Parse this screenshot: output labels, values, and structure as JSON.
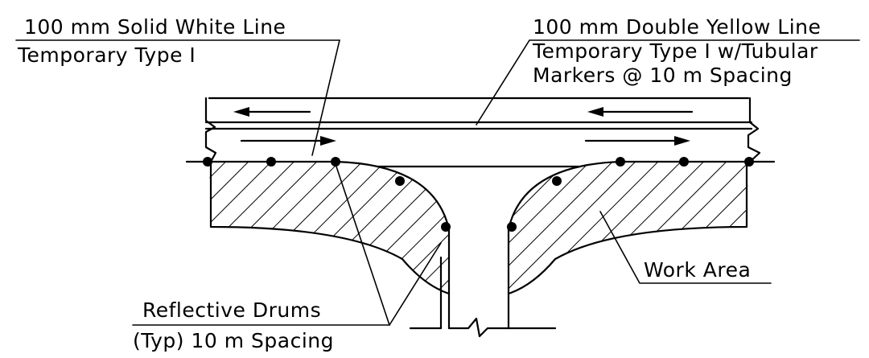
{
  "labels": {
    "white_line_title": "100 mm Solid White Line",
    "white_line_type": "Temporary Type I",
    "yellow_line_title": "100 mm Double Yellow Line",
    "yellow_line_type": "Temporary Type I w/Tubular",
    "yellow_line_markers": "Markers @ 10 m Spacing",
    "drums_title": "Reflective Drums",
    "drums_spacing": "(Typ) 10 m Spacing",
    "work_area": "Work Area"
  },
  "colors": {
    "ink": "#000000",
    "background": "#ffffff"
  }
}
